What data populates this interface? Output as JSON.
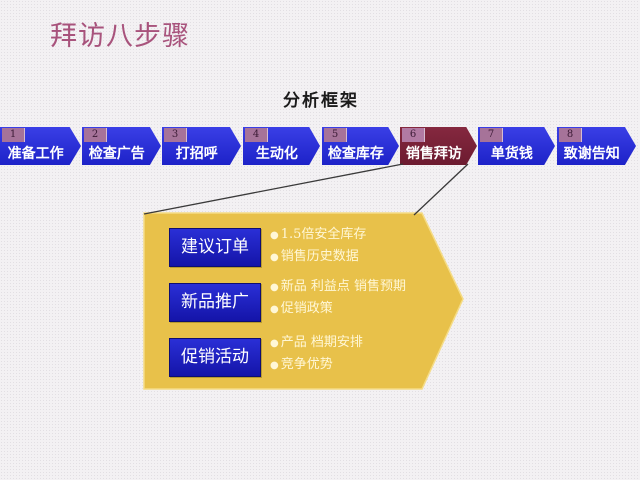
{
  "header": {
    "title": "拜访八步骤",
    "subtitle": "分析框架"
  },
  "steps": [
    {
      "num": "1",
      "label": "准备工作"
    },
    {
      "num": "2",
      "label": "检查广告"
    },
    {
      "num": "3",
      "label": "打招呼"
    },
    {
      "num": "4",
      "label": "生动化"
    },
    {
      "num": "5",
      "label": "检查库存"
    },
    {
      "num": "6",
      "label": "销售拜访",
      "active": true
    },
    {
      "num": "7",
      "label": "单货钱"
    },
    {
      "num": "8",
      "label": "致谢告知"
    }
  ],
  "detail": {
    "categories": [
      {
        "label": "建议订单",
        "bullets": [
          "1.5倍安全库存",
          "销售历史数据"
        ]
      },
      {
        "label": "新品推广",
        "bullets": [
          "新品 利益点  销售预期",
          "促销政策"
        ]
      },
      {
        "label": "促销活动",
        "bullets": [
          "产品  档期安排",
          "竞争优势"
        ]
      }
    ]
  },
  "colors": {
    "title": "#a8537c",
    "step_blue": "#2a2fd6",
    "step_active": "#7a2136",
    "panel_yellow": "#e8c14a",
    "category_blue": "#1c1fc0"
  }
}
